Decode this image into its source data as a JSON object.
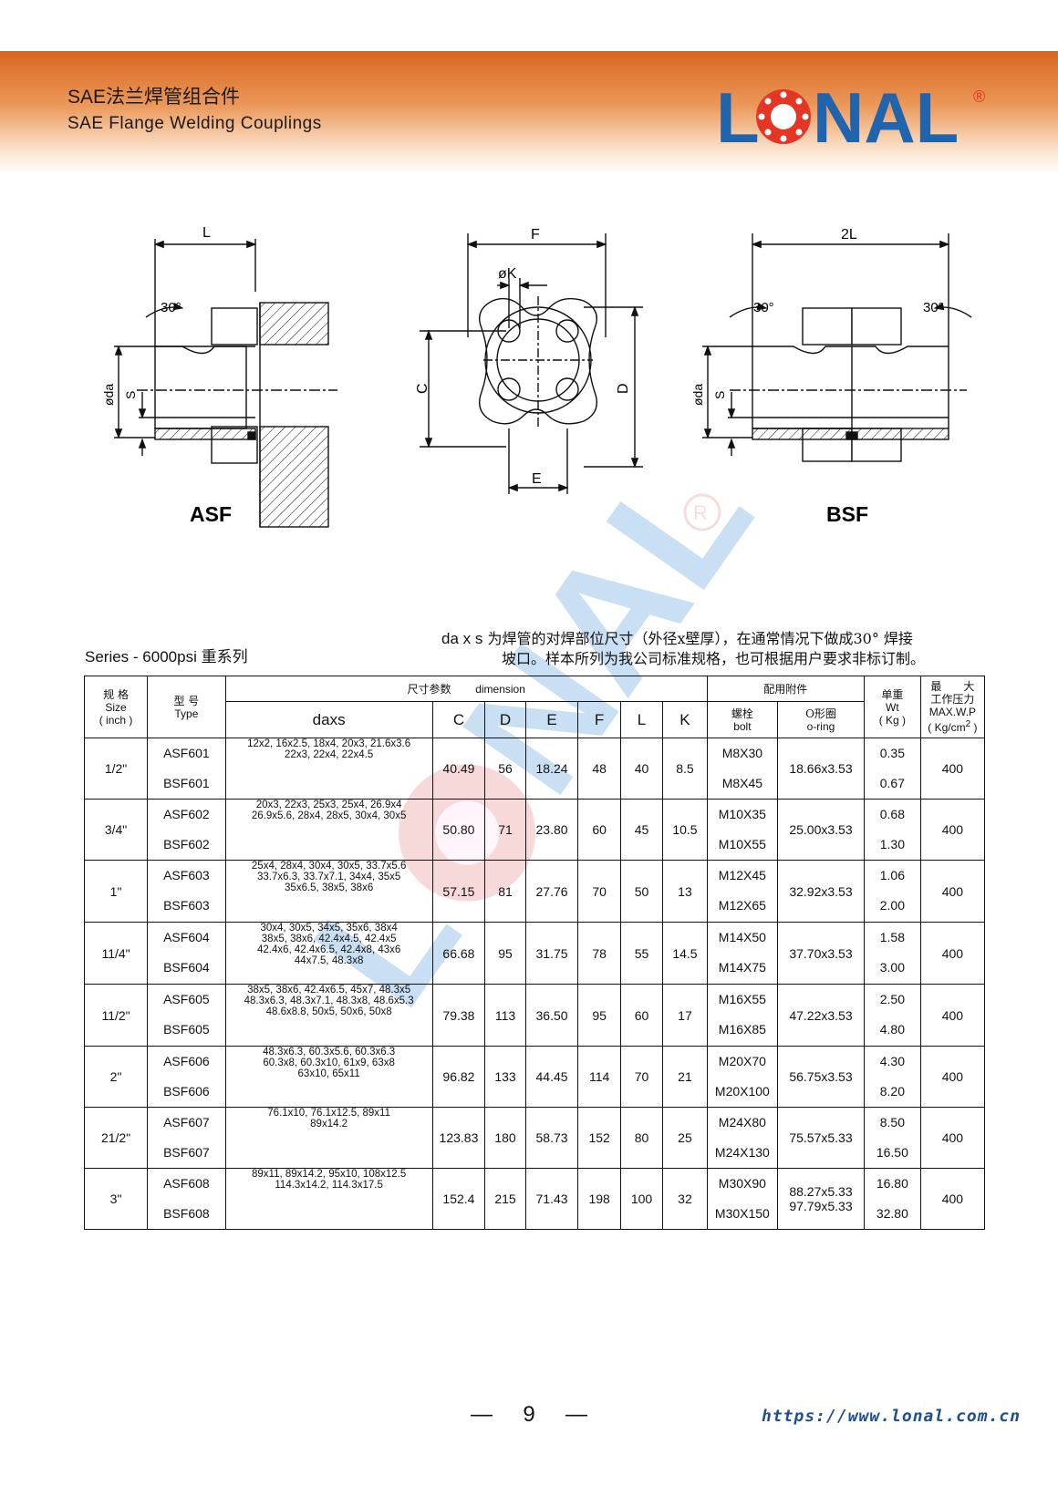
{
  "header": {
    "title_cn": "SAE法兰焊管组合件",
    "title_en": "SAE Flange Welding Couplings",
    "logo_text": "LONAL",
    "logo_mark": "®",
    "brand_color": "#1f64ad",
    "accent_color": "#d9641e"
  },
  "drawings": {
    "asf": {
      "label": "ASF",
      "dim_L": "L",
      "angle": "30°",
      "dia": "ødа",
      "s": "S"
    },
    "front": {
      "dim_F": "F",
      "dim_K": "øK",
      "dim_C": "C",
      "dim_D": "D",
      "dim_E": "E"
    },
    "bsf": {
      "label": "BSF",
      "dim_2L": "2L",
      "angle": "30°",
      "dia": "ødа",
      "s": "S"
    }
  },
  "series": "Series - 6000psi 重系列",
  "note": {
    "term": "da x s",
    "line1": " 为焊管的对焊部位尺寸（外径x壁厚），在通常情况下做成30°  焊接",
    "line2": "坡口。样本所列为我公司标准规格，也可根据用户要求非标订制。"
  },
  "table": {
    "headers": {
      "size_cn": "规 格",
      "size_en": "Size",
      "size_unit": "( inch )",
      "type_cn": "型 号",
      "type_en": "Type",
      "dim_cn": "尺寸参数",
      "dim_en": "dimension",
      "acc_cn": "配用附件",
      "wt_cn": "单重",
      "wt_en": "Wt",
      "wt_unit": "( Kg )",
      "p_cn1": "最　　大",
      "p_cn2": "工作压力",
      "p_en": "MAX.W.P",
      "p_unit": "( Kg/cm",
      "p_sup": "2",
      "p_close": " )",
      "daxs": "daxs",
      "C": "C",
      "D": "D",
      "E": "E",
      "F": "F",
      "L": "L",
      "K": "K",
      "bolt_cn": "螺栓",
      "bolt_en": "bolt",
      "oring_cn": "O形圈",
      "oring_en": "o-ring"
    },
    "rows": [
      {
        "size": "1/2\"",
        "asf": "ASF601",
        "bsf": "BSF601",
        "daxs1": "12x2, 16x2.5, 18x4, 20x3, 21.6x3.6",
        "daxs2": "22x3, 22x4, 22x4.5",
        "daxs3": "",
        "daxs4": "",
        "C": "40.49",
        "D": "56",
        "E": "18.24",
        "F": "48",
        "L": "40",
        "K": "8.5",
        "bolt1": "M8X30",
        "bolt2": "M8X45",
        "oring": "18.66x3.53",
        "oring2": "",
        "wt1": "0.35",
        "wt2": "0.67",
        "p": "400"
      },
      {
        "size": "3/4\"",
        "asf": "ASF602",
        "bsf": "BSF602",
        "daxs1": "20x3, 22x3, 25x3, 25x4, 26.9x4",
        "daxs2": "26.9x5.6, 28x4, 28x5, 30x4, 30x5",
        "daxs3": "",
        "daxs4": "",
        "C": "50.80",
        "D": "71",
        "E": "23.80",
        "F": "60",
        "L": "45",
        "K": "10.5",
        "bolt1": "M10X35",
        "bolt2": "M10X55",
        "oring": "25.00x3.53",
        "oring2": "",
        "wt1": "0.68",
        "wt2": "1.30",
        "p": "400"
      },
      {
        "size": "1\"",
        "asf": "ASF603",
        "bsf": "BSF603",
        "daxs1": "25x4, 28x4, 30x4, 30x5, 33.7x5.6",
        "daxs2": "33.7x6.3, 33.7x7.1, 34x4, 35x5",
        "daxs3": "35x6.5, 38x5, 38x6",
        "daxs4": "",
        "C": "57.15",
        "D": "81",
        "E": "27.76",
        "F": "70",
        "L": "50",
        "K": "13",
        "bolt1": "M12X45",
        "bolt2": "M12X65",
        "oring": "32.92x3.53",
        "oring2": "",
        "wt1": "1.06",
        "wt2": "2.00",
        "p": "400"
      },
      {
        "size": "11/4\"",
        "asf": "ASF604",
        "bsf": "BSF604",
        "daxs1": "30x4, 30x5, 34x5, 35x6, 38x4",
        "daxs2": "38x5, 38x6, 42.4x4.5, 42.4x5",
        "daxs3": "42.4x6, 42.4x6.5, 42.4x8, 43x6",
        "daxs4": "44x7.5, 48.3x8",
        "C": "66.68",
        "D": "95",
        "E": "31.75",
        "F": "78",
        "L": "55",
        "K": "14.5",
        "bolt1": "M14X50",
        "bolt2": "M14X75",
        "oring": "37.70x3.53",
        "oring2": "",
        "wt1": "1.58",
        "wt2": "3.00",
        "p": "400"
      },
      {
        "size": "11/2\"",
        "asf": "ASF605",
        "bsf": "BSF605",
        "daxs1": "38x5, 38x6, 42.4x6.5, 45x7, 48.3x5",
        "daxs2": "48.3x6.3, 48.3x7.1, 48.3x8, 48.6x5.3",
        "daxs3": "48.6x8.8, 50x5, 50x6, 50x8",
        "daxs4": "",
        "C": "79.38",
        "D": "113",
        "E": "36.50",
        "F": "95",
        "L": "60",
        "K": "17",
        "bolt1": "M16X55",
        "bolt2": "M16X85",
        "oring": "47.22x3.53",
        "oring2": "",
        "wt1": "2.50",
        "wt2": "4.80",
        "p": "400"
      },
      {
        "size": "2\"",
        "asf": "ASF606",
        "bsf": "BSF606",
        "daxs1": "48.3x6.3, 60.3x5.6, 60.3x6.3",
        "daxs2": "60.3x8, 60.3x10, 61x9, 63x8",
        "daxs3": "63x10, 65x11",
        "daxs4": "",
        "C": "96.82",
        "D": "133",
        "E": "44.45",
        "F": "114",
        "L": "70",
        "K": "21",
        "bolt1": "M20X70",
        "bolt2": "M20X100",
        "oring": "56.75x3.53",
        "oring2": "",
        "wt1": "4.30",
        "wt2": "8.20",
        "p": "400"
      },
      {
        "size": "21/2\"",
        "asf": "ASF607",
        "bsf": "BSF607",
        "daxs1": "76.1x10, 76.1x12.5, 89x11",
        "daxs2": "89x14.2",
        "daxs3": "",
        "daxs4": "",
        "C": "123.83",
        "D": "180",
        "E": "58.73",
        "F": "152",
        "L": "80",
        "K": "25",
        "bolt1": "M24X80",
        "bolt2": "M24X130",
        "oring": "75.57x5.33",
        "oring2": "",
        "wt1": "8.50",
        "wt2": "16.50",
        "p": "400"
      },
      {
        "size": "3\"",
        "asf": "ASF608",
        "bsf": "BSF608",
        "daxs1": "89x11, 89x14.2, 95x10, 108x12.5",
        "daxs2": "114.3x14.2, 114.3x17.5",
        "daxs3": "",
        "daxs4": "",
        "C": "152.4",
        "D": "215",
        "E": "71.43",
        "F": "198",
        "L": "100",
        "K": "32",
        "bolt1": "M30X90",
        "bolt2": "M30X150",
        "oring": "88.27x5.33",
        "oring2": "97.79x5.33",
        "wt1": "16.80",
        "wt2": "32.80",
        "p": "400"
      }
    ]
  },
  "footer": {
    "page_prefix": "—",
    "page": "9",
    "page_suffix": "—",
    "url": "https://www.lonal.com.cn"
  }
}
